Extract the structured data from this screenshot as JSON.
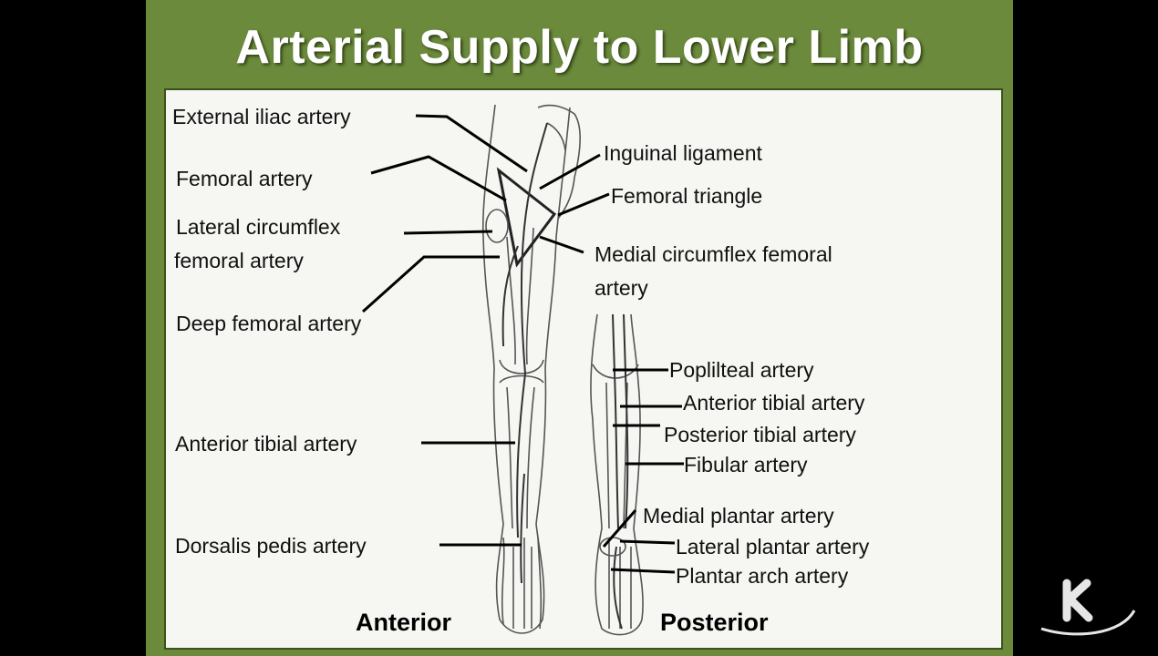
{
  "slide": {
    "title": "Arterial Supply to Lower Limb",
    "accent_color": "#6b8a3c"
  },
  "labels_left": {
    "external_iliac": "External iliac artery",
    "femoral": "Femoral artery",
    "lateral_circumflex_1": "Lateral circumflex",
    "lateral_circumflex_2": "femoral artery",
    "deep_femoral": "Deep femoral artery",
    "anterior_tibial": "Anterior tibial artery",
    "dorsalis_pedis": "Dorsalis pedis artery"
  },
  "labels_right": {
    "inguinal_ligament": "Inguinal ligament",
    "femoral_triangle": "Femoral triangle",
    "medial_circumflex_1": "Medial circumflex femoral",
    "medial_circumflex_2": "artery",
    "popliteal": "Poplilteal artery",
    "anterior_tibial": "Anterior tibial artery",
    "posterior_tibial": "Posterior tibial artery",
    "fibular": "Fibular artery",
    "medial_plantar": "Medial plantar artery",
    "lateral_plantar": "Lateral plantar artery",
    "plantar_arch": "Plantar arch artery"
  },
  "views": {
    "anterior": "Anterior",
    "posterior": "Posterior"
  },
  "logo": {
    "letter": "K",
    "icon": "k-logo-icon"
  }
}
